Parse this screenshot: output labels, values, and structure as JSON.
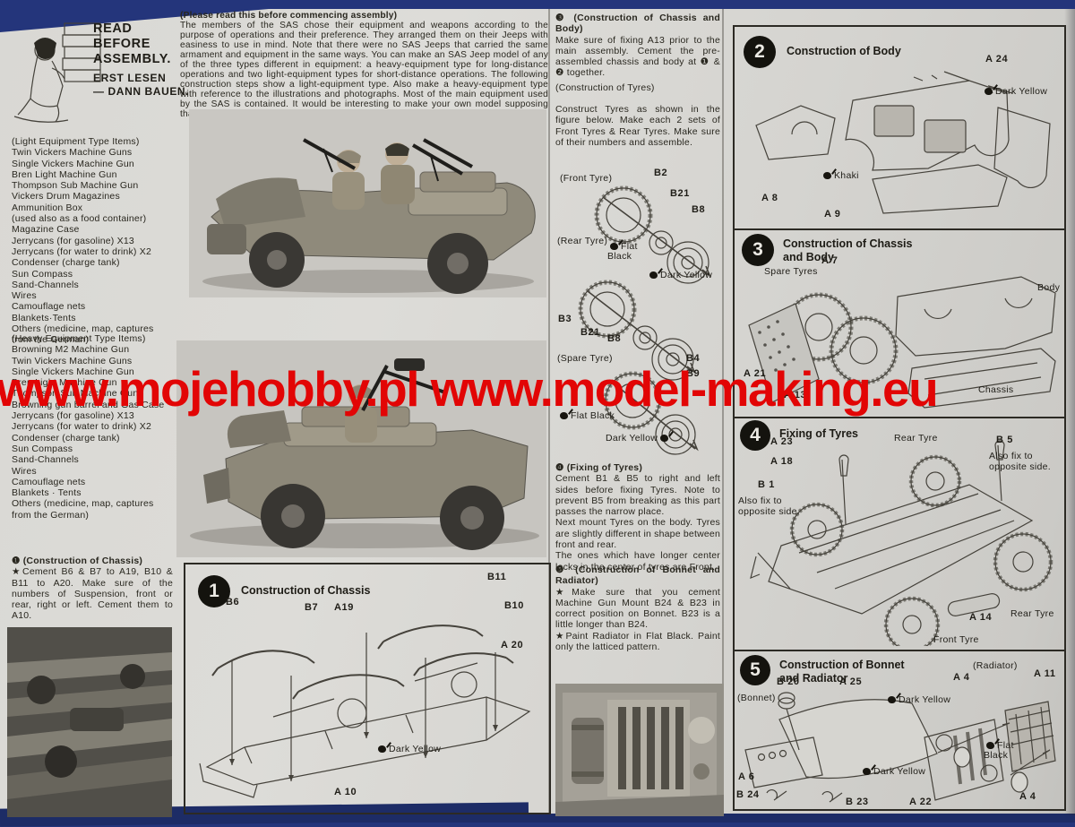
{
  "watermark": "www.mojehobby.pl www.model-making.eu",
  "colors": {
    "watermark_red": "#e20505",
    "scan_border_navy": "#24357b",
    "paper": "#d9d8d4",
    "ink": "#29271f"
  },
  "left": {
    "read_en": "READ BEFORE ASSEMBLY.",
    "read_de1": "ERST LESEN",
    "read_de2": "— DANN BAUEN.",
    "light_title": "(Light Equipment Type Items)",
    "light_items": [
      "Twin Vickers Machine Guns",
      "Single Vickers Machine Gun",
      "Bren Light Machine Gun",
      "Thompson Sub Machine Gun",
      "Vickers Drum Magazines",
      "Ammunition Box",
      "(used also as a food container)",
      "Magazine Case",
      "Jerrycans (for gasoline) X13",
      "Jerrycans (for water to drink) X2",
      "Condenser (charge tank)",
      "Sun Compass",
      "Sand-Channels",
      "Wires",
      "Camouflage nets",
      "Blankets·Tents",
      "Others (medicine, map, captures from the German)"
    ],
    "heavy_title": "(Heavy Equipment Type Items)",
    "heavy_items": [
      "Browning M2 Machine Gun",
      "Twin Vickers Machine Guns",
      "Single Vickers Machine Gun",
      "Bren Light Machine Gun",
      "Thompson Sub Machine Gun",
      "Browning gun barrel and Gas Case",
      "Jerrycans (for gasoline) X13",
      "Jerrycans (for water to drink) X2",
      "Condenser (charge tank)",
      "Sun Compass",
      "Sand-Channels",
      "Wires",
      "Camouflage nets",
      "Blankets · Tents",
      "Others (medicine, map, captures from the German)"
    ],
    "note1_title": "❶ (Construction of Chassis)",
    "note1_body": "★Cement B6 & B7 to A19, B10 & B11 to A20.  Make sure of the numbers of Suspension, front or rear, right or left.  Cement them to A10."
  },
  "intro": {
    "title": "(Please read this before commencing assembly)",
    "body": "The members of the SAS chose their equipment and weapons according to the purpose of operations and their preference.  They arranged them on their Jeeps with easiness to use in mind.  Note that there were no SAS Jeeps that carried the same armament and equipment in the same ways.  You can make an SAS Jeep model of any of the three types different in equipment: a heavy-equipment type for long-distance operations and two light-equipment types for short-distance operations.  The following construction steps show a light-equipment type.  Also make a heavy-equipment type with reference to the illustrations and photographs.  Most of the main equipment used by the SAS is contained.  It would be interesting to make your own model supposing that you are a member of the SAS."
  },
  "mid": {
    "s3_title": "❸ (Construction of Chassis and Body)",
    "s3_body": "Make sure of fixing A13 prior to the main assembly.  Cement the pre-assembled chassis and body at ❶ & ❷ together.",
    "tyres_title": "(Construction of Tyres)",
    "tyres_body": "Construct Tyres as shown in the figure below.  Make each 2 sets of Front Tyres & Rear Tyres.  Make sure of their numbers and assemble.",
    "s4_title": "❹ (Fixing of Tyres)",
    "s4_p1": "Cement B1 & B5 to right and left sides before fixing Tyres.  Note to prevent B5 from breaking as this part passes the narrow place.",
    "s4_p2": "Next mount Tyres on the body.  Tyres are slightly different in shape between front and rear.",
    "s4_p3": "The ones which have longer center locks in the center of tyres are Front.",
    "s5_title": "❺ (Construction of Bonnet and Radiator)",
    "s5_p1": "★Make sure that you cement Machine Gun Mount B24 & B23 in correct position on Bonnet.  B23 is a little longer than B24.",
    "s5_p2": "★Paint Radiator in Flat Black.  Paint only the latticed pattern."
  },
  "tyrefig": {
    "front": "(Front Tyre)",
    "b2": "B2",
    "b21a": "B21",
    "b8a": "B8",
    "rear": "(Rear Tyre)",
    "flat_black_a": "Flat Black",
    "dark_yellow_a": "Dark Yellow",
    "b3": "B3",
    "b21b": "B21",
    "b8b": "B8",
    "spare": "(Spare Tyre)",
    "b4": "B4",
    "b9": "B9",
    "flat_black_b": "Flat Black",
    "dark_yellow_b": "Dark Yellow"
  },
  "step1": {
    "num": "1",
    "title": "Construction of Chassis",
    "b6": "B6",
    "b7": "B7",
    "a19": "A19",
    "b11": "B11",
    "b10": "B10",
    "a20": "A 20",
    "dark_yellow": "Dark Yellow",
    "a10": "A 10"
  },
  "step2": {
    "num": "2",
    "title": "Construction of Body",
    "a24": "A 24",
    "dark_yellow": "Dark Yellow",
    "khaki": "Khaki",
    "a8": "A 8",
    "a9": "A 9"
  },
  "step3": {
    "num": "3",
    "title": "Construction of Chassis and Body",
    "a7": "A 7",
    "spare": "Spare Tyres",
    "body": "Body",
    "a21": "A 21",
    "a13": "A 13",
    "chassis": "Chassis"
  },
  "step4": {
    "num": "4",
    "title": "Fixing of Tyres",
    "a23": "A 23",
    "a18": "A 18",
    "rear1": "Rear Tyre",
    "b5": "B 5",
    "note_r": "Also fix to opposite side.",
    "b1": "B 1",
    "note_l": "Also fix to opposite side.",
    "a14": "A 14",
    "rear2": "Rear Tyre",
    "front": "Front Tyre"
  },
  "step5": {
    "num": "5",
    "title": "Construction of Bonnet and Radiator",
    "b20": "B 20",
    "a25": "A 25",
    "bonnet": "(Bonnet)",
    "dy1": "Dark Yellow",
    "a4a": "A 4",
    "radiator": "(Radiator)",
    "a11": "A 11",
    "a6": "A 6",
    "b24": "B 24",
    "b23": "B 23",
    "dy2": "Dark Yellow",
    "a22": "A 22",
    "flat_black": "Flat Black",
    "a4b": "A 4"
  }
}
